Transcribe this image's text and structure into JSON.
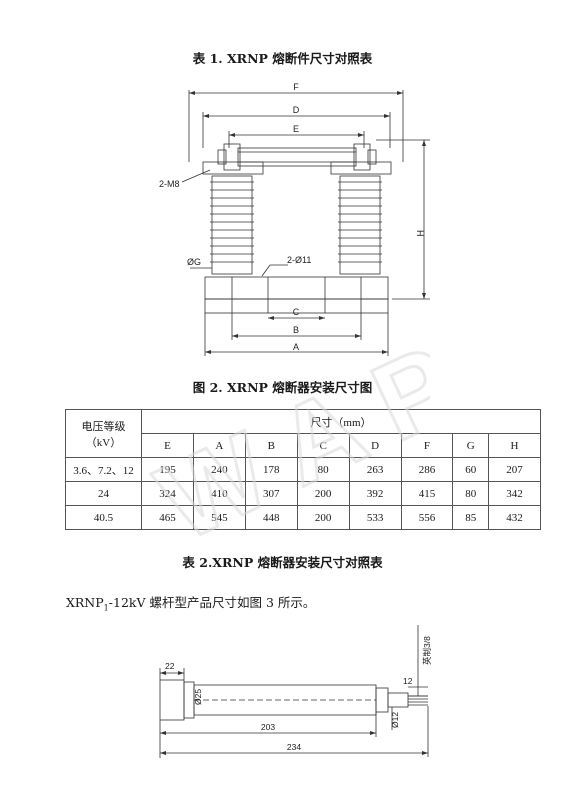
{
  "table1_title": "表 1. XRNP 熔断件尺寸对照表",
  "figure2_caption": "图 2. XRNP 熔断器安装尺寸图",
  "table2_title": "表 2.XRNP 熔断器安装尺寸对照表",
  "diagram1": {
    "labels": {
      "F": "F",
      "D": "D",
      "E": "E",
      "M8": "2-M8",
      "G": "ØG",
      "hole": "2-Ø11",
      "C": "C",
      "B": "B",
      "A": "A",
      "H": "H"
    }
  },
  "table": {
    "voltage_header_line1": "电压等级",
    "voltage_header_line2": "（kV）",
    "size_header": "尺寸（mm）",
    "columns": [
      "E",
      "A",
      "B",
      "C",
      "D",
      "F",
      "G",
      "H"
    ],
    "rows": [
      {
        "voltage": "3.6、7.2、12",
        "values": [
          "195",
          "240",
          "178",
          "80",
          "263",
          "286",
          "60",
          "207"
        ]
      },
      {
        "voltage": "24",
        "values": [
          "324",
          "410",
          "307",
          "200",
          "392",
          "415",
          "80",
          "342"
        ]
      },
      {
        "voltage": "40.5",
        "values": [
          "465",
          "545",
          "448",
          "200",
          "533",
          "556",
          "85",
          "432"
        ]
      }
    ]
  },
  "paragraph": {
    "prefix": "XRNP",
    "subscript": "1",
    "suffix": "-12kV 螺杆型产品尺寸如图 3 所示。"
  },
  "diagram2": {
    "labels": {
      "d22": "22",
      "phi25": "Ø25",
      "d12": "12",
      "thread": "英制3/8",
      "phi12": "Ø12",
      "d203": "203",
      "d234": "234"
    }
  },
  "watermark_text": "W A P S"
}
